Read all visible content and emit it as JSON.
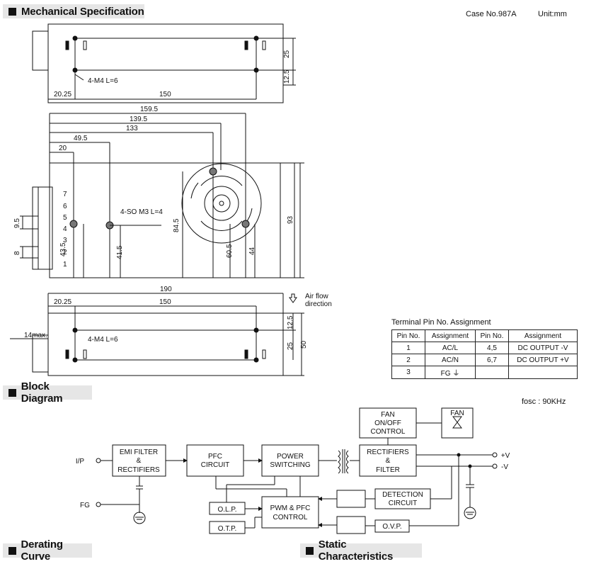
{
  "sections": {
    "mechanical": "Mechanical Specification",
    "block": "Block Diagram",
    "derating": "Derating Curve",
    "static": "Static Characteristics"
  },
  "case_no": "Case No.987A",
  "unit": "Unit:mm",
  "fosc": "fosc : 90KHz",
  "airflow": [
    "Air flow",
    "direction"
  ],
  "top_view": {
    "dims": [
      "25",
      "12.5",
      "20.25",
      "150"
    ],
    "hole_label": "4-M4 L=6"
  },
  "side_view": {
    "dims": [
      "159.5",
      "139.5",
      "133",
      "49.5",
      "20",
      "93",
      "84.5",
      "43.5",
      "41.5",
      "60.5",
      "44",
      "9.5",
      "8"
    ],
    "hole_label": "4-SO M3 L=4",
    "terminals": [
      "7",
      "6",
      "5",
      "4",
      "3",
      "2",
      "1"
    ]
  },
  "bottom_view": {
    "dims": [
      "190",
      "20.25",
      "150",
      "12.5",
      "25",
      "50",
      "14max."
    ],
    "hole_label": "4-M4 L=6"
  },
  "pin_table": {
    "title": "Terminal Pin No. Assignment",
    "headers": [
      "Pin No.",
      "Assignment",
      "Pin No.",
      "Assignment"
    ],
    "rows": [
      [
        "1",
        "AC/L",
        "4,5",
        "DC OUTPUT -V"
      ],
      [
        "2",
        "AC/N",
        "6,7",
        "DC OUTPUT +V"
      ],
      [
        "3",
        "FG",
        "",
        ""
      ]
    ]
  },
  "block_diagram": {
    "ip": "I/P",
    "fg": "FG",
    "emi": [
      "EMI FILTER",
      "&",
      "RECTIFIERS"
    ],
    "pfc": [
      "PFC",
      "CIRCUIT"
    ],
    "power": [
      "POWER",
      "SWITCHING"
    ],
    "rect": [
      "RECTIFIERS",
      "&",
      "FILTER"
    ],
    "fan_ctrl": [
      "FAN",
      "ON/OFF",
      "CONTROL"
    ],
    "fan": "FAN",
    "olp": "O.L.P.",
    "otp": "O.T.P.",
    "pwm": [
      "PWM & PFC",
      "CONTROL"
    ],
    "detect": [
      "DETECTION",
      "CIRCUIT"
    ],
    "ovp": "O.V.P.",
    "out_pos": "+V",
    "out_neg": "-V"
  }
}
